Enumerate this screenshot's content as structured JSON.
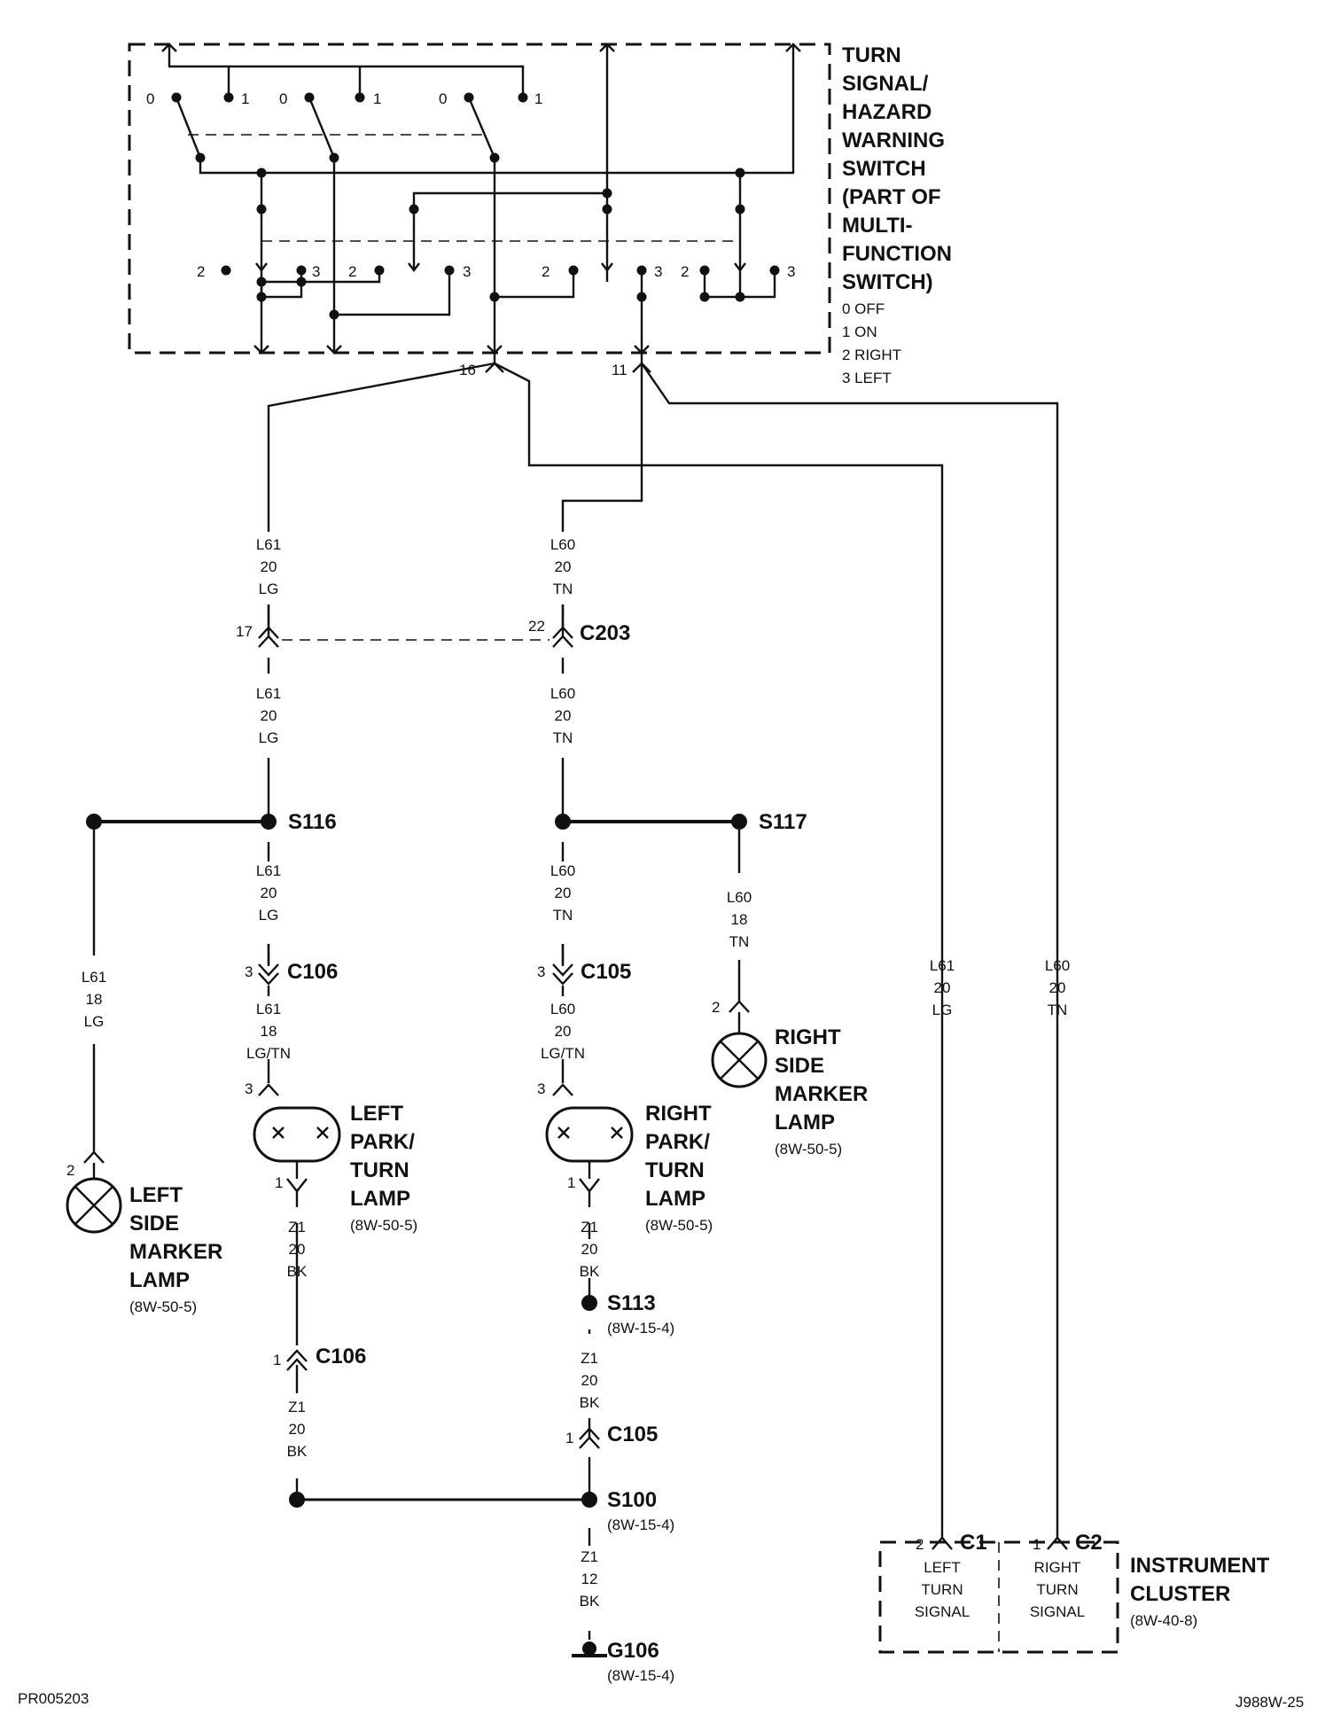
{
  "switch": {
    "title": [
      "TURN",
      "SIGNAL/",
      "HAZARD",
      "WARNING",
      "SWITCH",
      "(PART OF",
      "MULTI-",
      "FUNCTION",
      "SWITCH)"
    ],
    "legend": [
      "0 OFF",
      "1 ON",
      "2 RIGHT",
      "3 LEFT"
    ],
    "pos_labels": {
      "zero": "0",
      "one": "1",
      "two": "2",
      "three": "3"
    },
    "pin_left": "16",
    "pin_right": "11"
  },
  "wires": {
    "l61_20_lg": [
      "L61",
      "20",
      "LG"
    ],
    "l60_20_tn": [
      "L60",
      "20",
      "TN"
    ],
    "l61_18_lg": [
      "L61",
      "18",
      "LG"
    ],
    "l60_18_tn": [
      "L60",
      "18",
      "TN"
    ],
    "l61_18_lgtn": [
      "L61",
      "18",
      "LG/TN"
    ],
    "l60_20_lgtn": [
      "L60",
      "20",
      "LG/TN"
    ],
    "z1_20_bk": [
      "Z1",
      "20",
      "BK"
    ],
    "z1_12_bk": [
      "Z1",
      "12",
      "BK"
    ]
  },
  "connectors": {
    "c203": "C203",
    "c203_pin_l": "17",
    "c203_pin_r": "22",
    "c106": "C106",
    "c106_pin": "3",
    "c106_pin_b": "1",
    "c105": "C105",
    "c105_pin": "3",
    "c105_pin_b": "1",
    "c1": "C1",
    "c1_pin": "2",
    "c2": "C2",
    "c2_pin": "1"
  },
  "splices": {
    "s116": "S116",
    "s117": "S117",
    "s113": "S113",
    "s113_ref": "(8W-15-4)",
    "s100": "S100",
    "s100_ref": "(8W-15-4)",
    "g106": "G106",
    "g106_ref": "(8W-15-4)"
  },
  "components": {
    "left_park": {
      "lines": [
        "LEFT",
        "PARK/",
        "TURN",
        "LAMP"
      ],
      "ref": "(8W-50-5)",
      "pin_top": "3",
      "pin_bot": "1"
    },
    "right_park": {
      "lines": [
        "RIGHT",
        "PARK/",
        "TURN",
        "LAMP"
      ],
      "ref": "(8W-50-5)",
      "pin_top": "3",
      "pin_bot": "1"
    },
    "left_marker": {
      "lines": [
        "LEFT",
        "SIDE",
        "MARKER",
        "LAMP"
      ],
      "ref": "(8W-50-5)",
      "pin": "2"
    },
    "right_marker": {
      "lines": [
        "RIGHT",
        "SIDE",
        "MARKER",
        "LAMP"
      ],
      "ref": "(8W-50-5)",
      "pin": "2"
    },
    "cluster": {
      "lines": [
        "INSTRUMENT",
        "CLUSTER"
      ],
      "ref": "(8W-40-8)",
      "left_signal": [
        "LEFT",
        "TURN",
        "SIGNAL"
      ],
      "right_signal": [
        "RIGHT",
        "TURN",
        "SIGNAL"
      ]
    }
  },
  "footer": {
    "left_code": "PR005203",
    "right_code": "J988W-25"
  }
}
